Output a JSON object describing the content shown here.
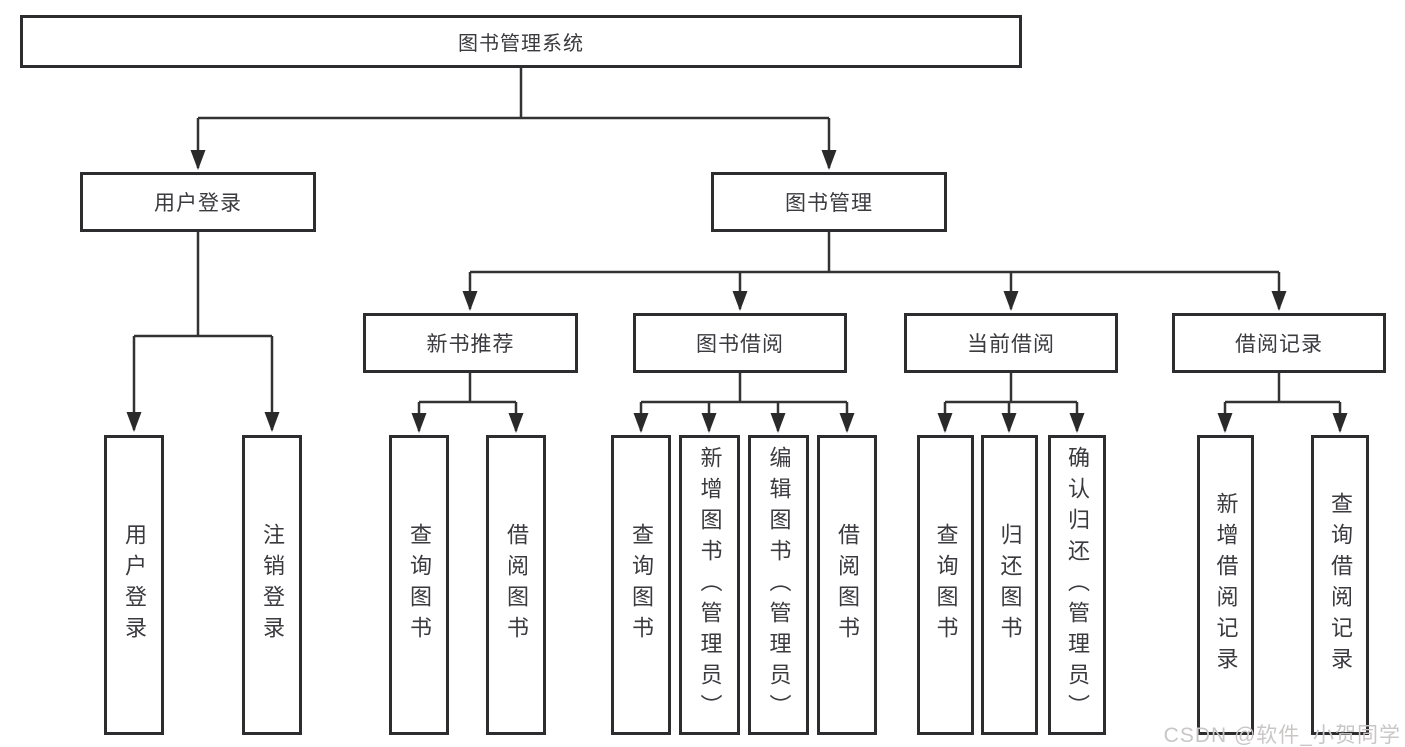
{
  "tree": {
    "root": "图书管理系统",
    "user_login": {
      "label": "用户登录",
      "children": [
        "用户登录",
        "注销登录"
      ]
    },
    "book_mgmt": {
      "label": "图书管理",
      "groups": [
        {
          "label": "新书推荐",
          "children": [
            "查询图书",
            "借阅图书"
          ]
        },
        {
          "label": "图书借阅",
          "children": [
            "查询图书",
            "新增图书（管理员）",
            "编辑图书（管理员）",
            "借阅图书"
          ]
        },
        {
          "label": "当前借阅",
          "children": [
            "查询图书",
            "归还图书",
            "确认归还（管理员）"
          ]
        },
        {
          "label": "借阅记录",
          "children": [
            "新增借阅记录",
            "查询借阅记录"
          ]
        }
      ]
    }
  },
  "watermark": "CSDN @软件_小贺同学",
  "colors": {
    "line": "#333333",
    "arrow": "#2a2a2a",
    "box_border": "#2d2d30",
    "text": "#3a3a3f",
    "watermark": "#c9c6c6",
    "background": "#ffffff"
  }
}
